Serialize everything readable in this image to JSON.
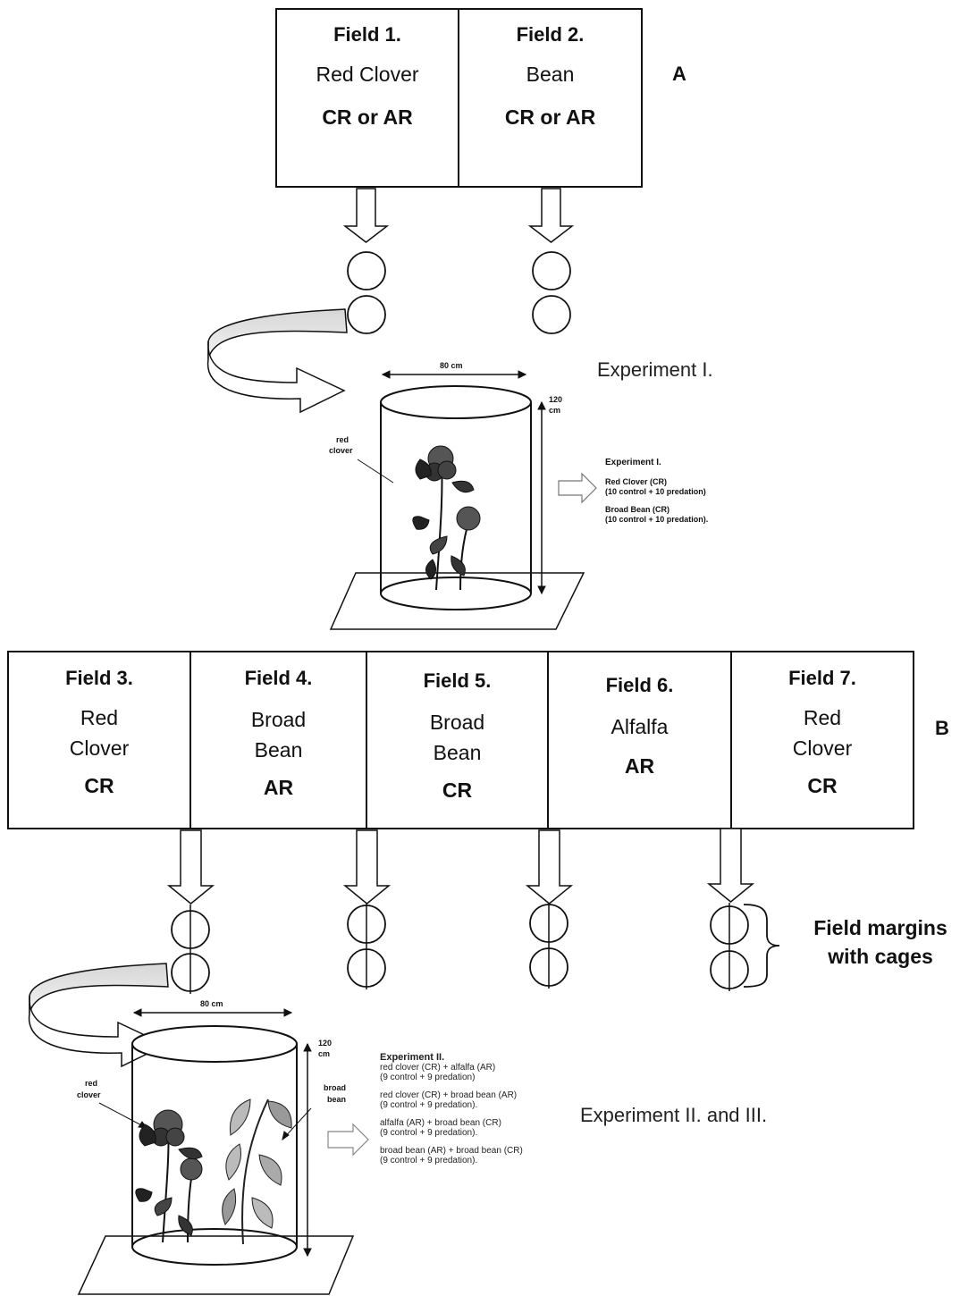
{
  "panel_a": {
    "letter": "A",
    "fields": [
      {
        "title": "Field 1.",
        "crop": "Red Clover",
        "type": "CR or AR"
      },
      {
        "title": "Field 2.",
        "crop": "Bean",
        "type": "CR or AR"
      }
    ],
    "experiment_label": "Experiment I.",
    "cage": {
      "width_label": "80 cm",
      "height_label_1": "120",
      "height_label_2": "cm",
      "plant_label_1": "red",
      "plant_label_2": "clover"
    },
    "notes": {
      "title": "Experiment I.",
      "line1": "Red Clover (CR)",
      "line2": "(10 control + 10 predation)",
      "line3": "Broad Bean (CR)",
      "line4": "(10 control + 10 predation)."
    }
  },
  "panel_b": {
    "letter": "B",
    "fields": [
      {
        "title": "Field 3.",
        "crop_1": "Red",
        "crop_2": "Clover",
        "type": "CR"
      },
      {
        "title": "Field 4.",
        "crop_1": "Broad",
        "crop_2": "Bean",
        "type": "AR"
      },
      {
        "title": "Field 5.",
        "crop_1": "Broad",
        "crop_2": "Bean",
        "type": "CR"
      },
      {
        "title": "Field 6.",
        "crop_1": "Alfalfa",
        "crop_2": "",
        "type": "AR"
      },
      {
        "title": "Field 7.",
        "crop_1": "Red",
        "crop_2": "Clover",
        "type": "CR"
      }
    ],
    "margins_label_1": "Field margins",
    "margins_label_2": "with cages",
    "experiment_label": "Experiment II. and III.",
    "cage": {
      "width_label": "80 cm",
      "height_label_1": "120",
      "height_label_2": "cm",
      "left_label_1": "red",
      "left_label_2": "clover",
      "right_label_1": "broad",
      "right_label_2": "bean"
    },
    "notes": {
      "title": "Experiment II.",
      "l1": "red clover (CR) + alfalfa (AR)",
      "l2": "(9 control + 9 predation)",
      "l3": "red clover (CR) + broad bean (AR)",
      "l4": "(9 control + 9 predation).",
      "l5": "alfalfa (AR) + broad bean (CR)",
      "l6": "(9 control + 9 predation).",
      "l7": "broad bean (AR) + broad bean (CR)",
      "l8": "(9 control + 9 predation)."
    }
  }
}
